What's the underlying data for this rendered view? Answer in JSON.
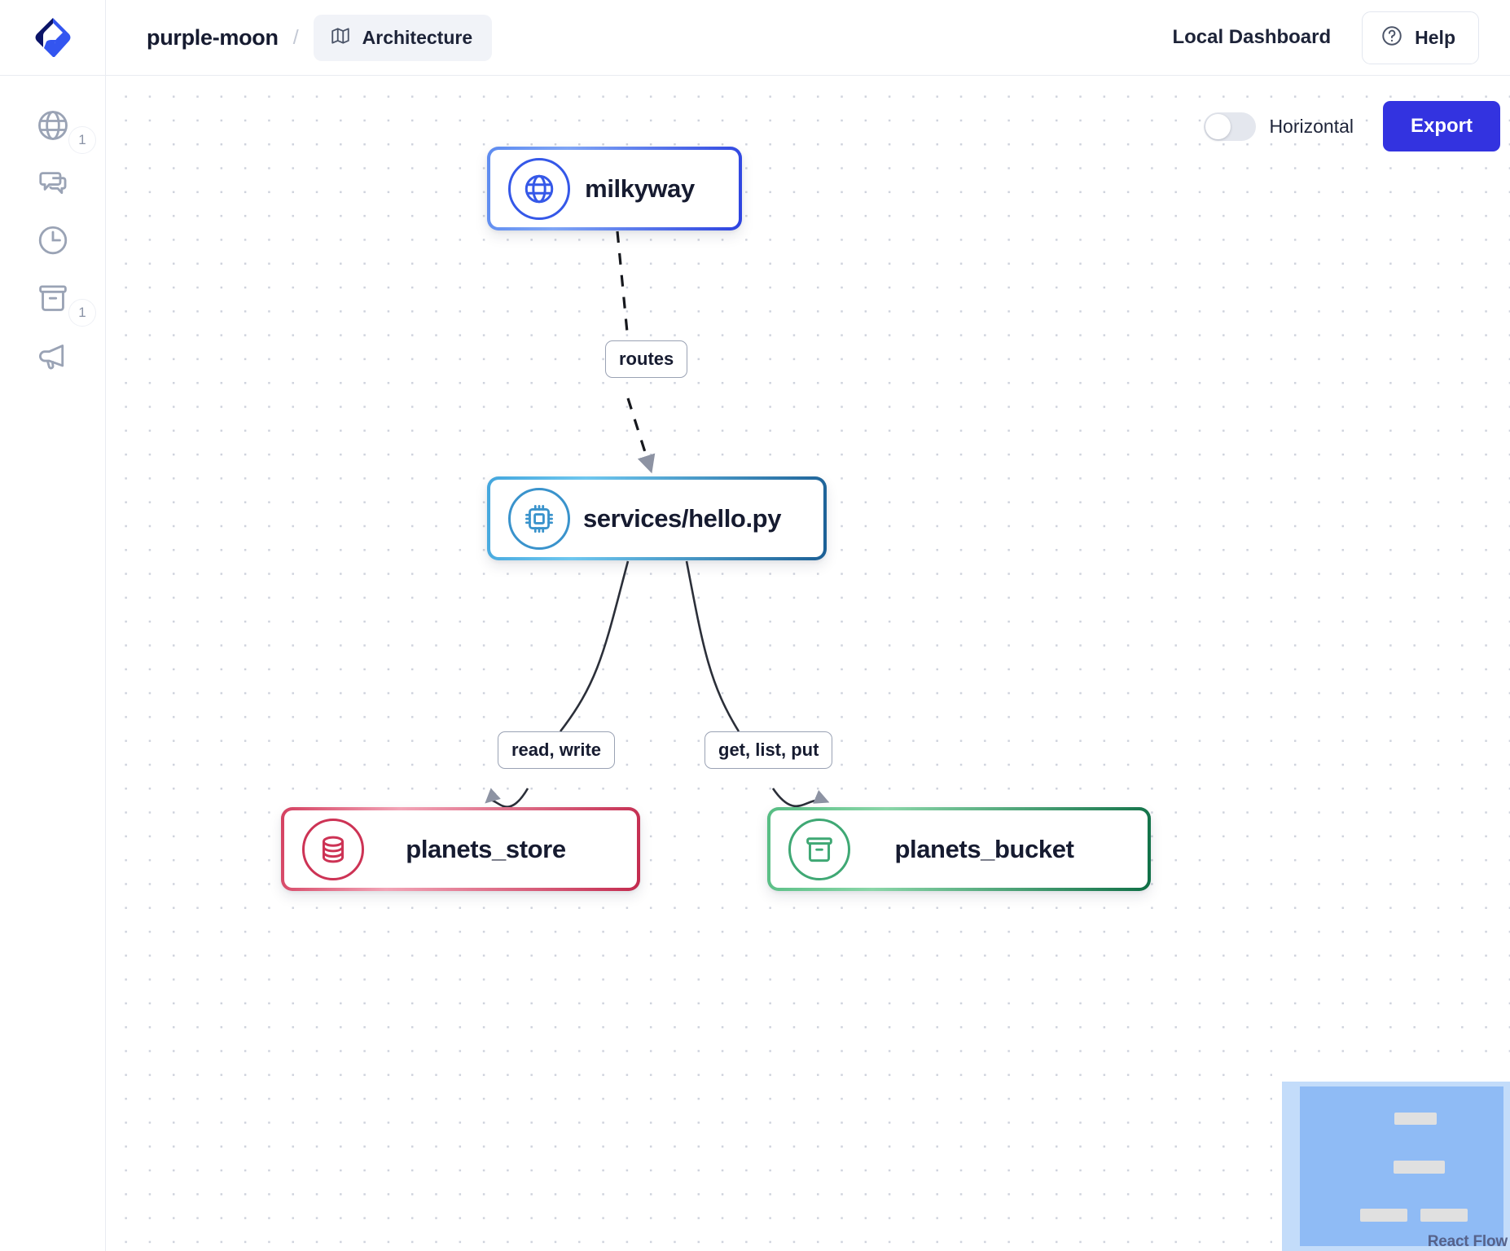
{
  "topbar": {
    "logo_icon": "brand-logo-icon",
    "project_name": "purple-moon",
    "separator": "/",
    "tab": {
      "icon": "map-icon",
      "label": "Architecture"
    },
    "local_dashboard": "Local Dashboard",
    "help": {
      "icon": "question-circle-icon",
      "label": "Help"
    }
  },
  "sidebar": {
    "items": [
      {
        "name": "globe-icon",
        "badge": "1"
      },
      {
        "name": "chat-icon",
        "badge": null
      },
      {
        "name": "clock-icon",
        "badge": null
      },
      {
        "name": "bucket-icon",
        "badge": "1"
      },
      {
        "name": "megaphone-icon",
        "badge": null
      }
    ]
  },
  "canvas_controls": {
    "toggle_label": "Horizontal",
    "toggle_on": false,
    "export_label": "Export",
    "export_color": "#3333e0"
  },
  "graph": {
    "nodes": [
      {
        "id": "milkyway",
        "label": "milkyway",
        "icon": "globe-icon",
        "color": "#3558e8"
      },
      {
        "id": "hello",
        "label": "services/hello.py",
        "icon": "chip-icon",
        "color": "#3a93cc"
      },
      {
        "id": "store",
        "label": "planets_store",
        "icon": "database-icon",
        "color": "#cd3355"
      },
      {
        "id": "bucket",
        "label": "planets_bucket",
        "icon": "bucket-icon",
        "color": "#3fa874"
      }
    ],
    "edges": [
      {
        "from": "milkyway",
        "to": "hello",
        "label": "routes",
        "style": "dashed"
      },
      {
        "from": "hello",
        "to": "store",
        "label": "read, write",
        "style": "solid"
      },
      {
        "from": "hello",
        "to": "bucket",
        "label": "get, list, put",
        "style": "solid"
      }
    ]
  },
  "minimap": {
    "attribution": "React Flow",
    "mask_color": "#c3dcfa",
    "viewport_color": "#8fbbf5",
    "node_color": "#e0e0e0"
  }
}
